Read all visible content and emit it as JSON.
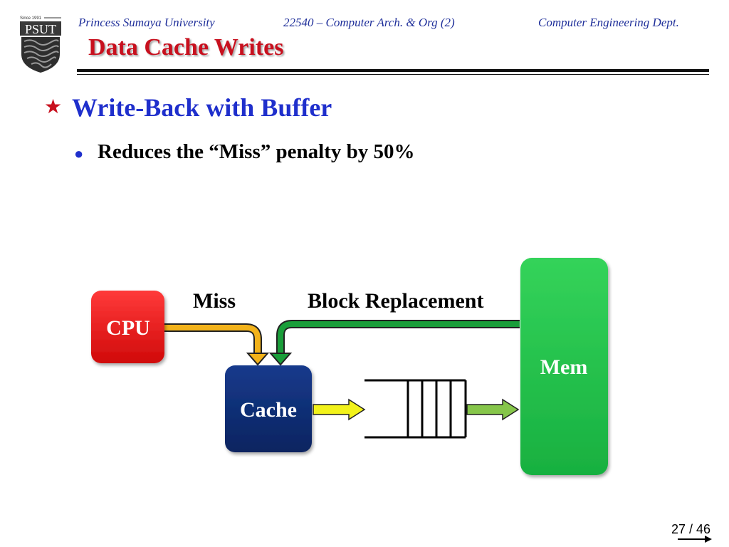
{
  "header": {
    "university": "Princess Sumaya University",
    "course": "22540 – Computer Arch. & Org (2)",
    "department": "Computer Engineering Dept.",
    "title": "Data Cache Writes",
    "logo_text": "PSUT",
    "logo_since": "Since 1991"
  },
  "content": {
    "bullet1": "Write-Back with Buffer",
    "bullet2": "Reduces the  “Miss” penalty by 50%"
  },
  "diagram": {
    "cpu_label": "CPU",
    "cache_label": "Cache",
    "mem_label": "Mem",
    "miss_label": "Miss",
    "replacement_label": "Block Replacement",
    "colors": {
      "cpu": "#e01010",
      "cache": "#0a2a6e",
      "mem": "#1fbf4a",
      "miss_arrow": "#f2b21a",
      "replacement_arrow": "#1a9e3a",
      "cache_to_buffer_arrow": "#f2f21a",
      "buffer_to_mem_arrow": "#86c64a"
    }
  },
  "footer": {
    "page": "27 / 46"
  }
}
